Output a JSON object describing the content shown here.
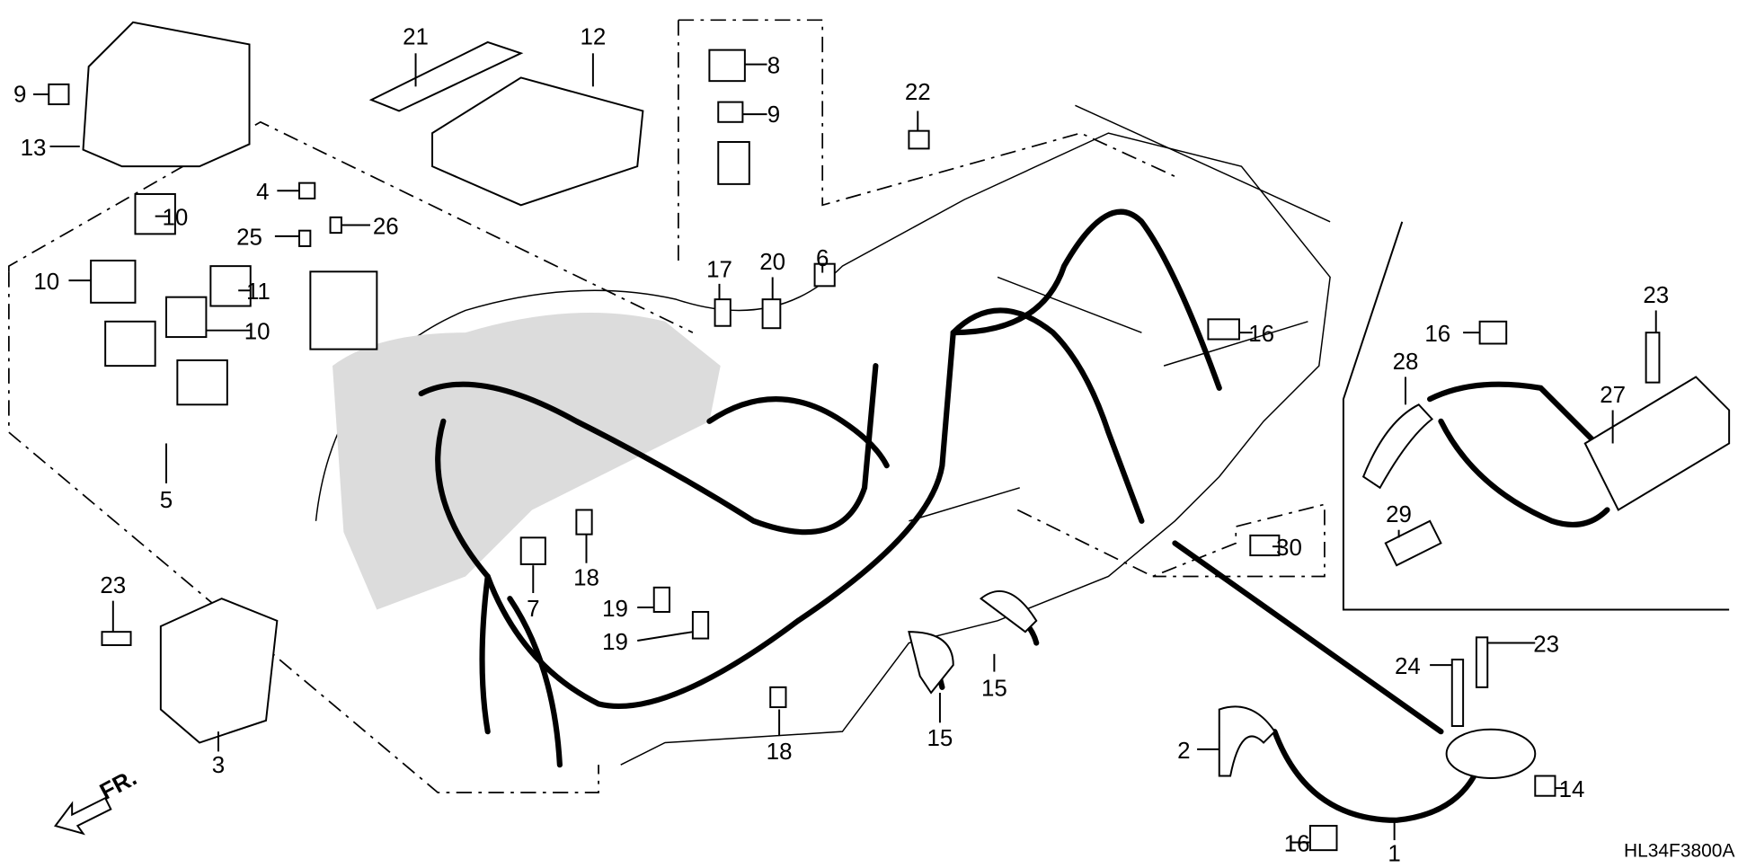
{
  "diagram": {
    "drawing_code": "HL34F3800A",
    "front_arrow_label": "FR.",
    "callouts": [
      "9",
      "13",
      "21",
      "12",
      "8",
      "9",
      "22",
      "4",
      "25",
      "26",
      "10",
      "10",
      "11",
      "10",
      "5",
      "20",
      "6",
      "17",
      "16",
      "23",
      "16",
      "28",
      "27",
      "29",
      "30",
      "23",
      "3",
      "7",
      "18",
      "19",
      "19",
      "18",
      "15",
      "15",
      "24",
      "23",
      "2",
      "14",
      "16",
      "1"
    ]
  }
}
